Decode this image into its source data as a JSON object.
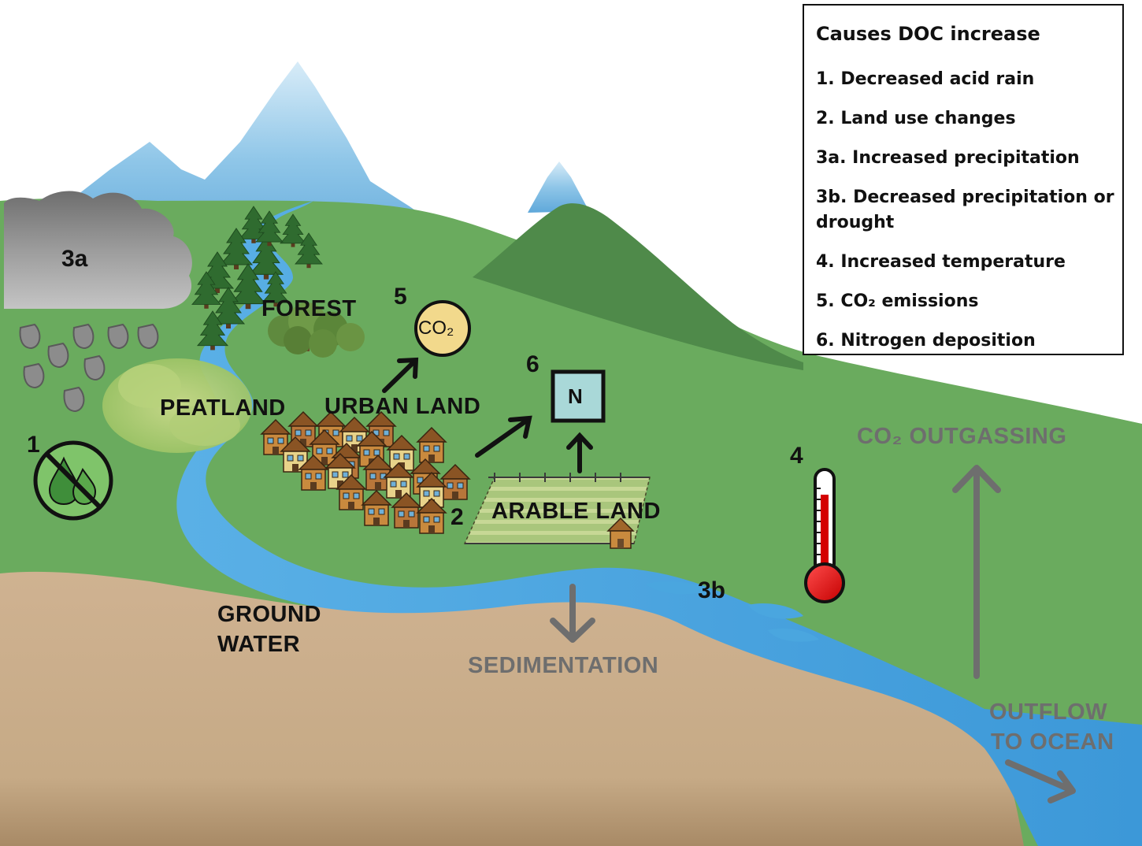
{
  "legend": {
    "title": "Causes DOC increase",
    "items": [
      "1. Decreased acid rain",
      "2. Land use changes",
      "3a. Increased precipitation",
      "3b. Decreased precipitation or drought",
      "4. Increased temperature",
      "5. CO₂ emissions",
      "6. Nitrogen deposition"
    ]
  },
  "labels": {
    "n1": "1",
    "n2": "2",
    "n3a": "3a",
    "n3b": "3b",
    "n4": "4",
    "n5": "5",
    "n6": "6",
    "forest": "FOREST",
    "peatland": "PEATLAND",
    "urban_land": "URBAN LAND",
    "arable_land": "ARABLE LAND",
    "ground_water_1": "GROUND",
    "ground_water_2": "WATER",
    "sedimentation": "SEDIMENTATION",
    "co2_outgassing": "CO₂ OUTGASSING",
    "outflow_1": "OUTFLOW",
    "outflow_2": "TO OCEAN",
    "co2_bubble": "CO₂",
    "nitrogen_box": "N"
  },
  "colors": {
    "mountain_snow": "#8fc6e8",
    "hill_green": "#6aab5e",
    "dark_peak": "#4f8a4a",
    "river_blue": "#4aa6df",
    "ground_brown": "#c9ad8a",
    "cloud_grey": "#8f8f8f",
    "process_grey": "#6e6e6e"
  }
}
